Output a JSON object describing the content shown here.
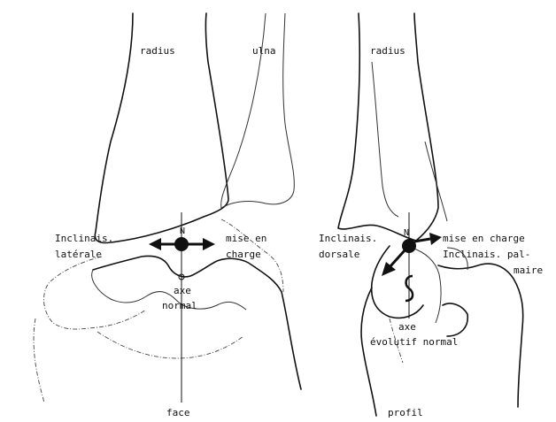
{
  "face": {
    "radius_label": "radius",
    "ulna_label": "ulna",
    "center_label": "N",
    "left_label_line1": "Inclinais.",
    "left_label_line2": "latérale",
    "right_label_line1": "mise en",
    "right_label_line2": "charge",
    "axis_label_line1": "axe",
    "axis_label_line2": "normal",
    "caption": "face"
  },
  "profil": {
    "radius_label": "radius",
    "center_label": "N",
    "left_label_line1": "Inclinais.",
    "left_label_line2": "dorsale",
    "right_label_line1": "mise en charge",
    "right_label_line2": "Inclinais. pal-",
    "right_label_line3": "maire",
    "axis_label_line1": "axe",
    "axis_label_line2": "évolutif normal",
    "caption": "profil"
  },
  "colors": {
    "ink": "#111111",
    "paper": "#ffffff"
  }
}
